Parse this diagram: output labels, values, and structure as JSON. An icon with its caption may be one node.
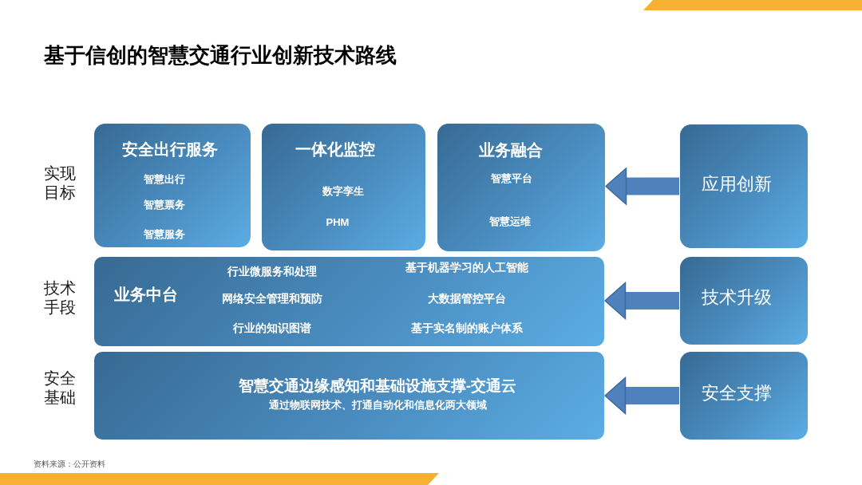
{
  "diagram": {
    "title": "基于信创的智慧交通行业创新技术路线",
    "nodes": [
      {
        "text": [
          "安全出行服务",
          "智慧出行",
          "智慧票务",
          "智慧服务"
        ]
      },
      {
        "text": [
          "一体化监控",
          "数字孪生",
          "PHM"
        ]
      },
      {
        "text": [
          "业务融合",
          "智慧平台",
          "智慧运维"
        ]
      },
      {
        "text": [
          "应用创新"
        ]
      },
      {
        "text": [
          "业务中台",
          "行业**微服务**和处理",
          "基于机器学习的**人工智能**",
          "**网络安全**管理和预防",
          "**大数据**管控平台",
          "行业的**知识图谱**",
          "基于**实名制**的账户体系"
        ]
      },
      {
        "text": [
          "技术升级"
        ]
      },
      {
        "text": [
          "智慧交通边缘感知和基础设施支撑-**交通云**",
          "通过物联网技术、打通自动化和信息化两大领域"
        ]
      },
      {
        "text": [
          "安全支撑"
        ]
      }
    ],
    "edges": [
      {
        "from": 3,
        "to": 2,
        "arrow": "to"
      },
      {
        "from": 5,
        "to": 4,
        "arrow": "to"
      },
      {
        "from": 7,
        "to": 6,
        "arrow": "to"
      }
    ],
    "labels": [
      "实现目标",
      "技术手段",
      "安全基础",
      "资料来源：公开资料"
    ]
  }
}
